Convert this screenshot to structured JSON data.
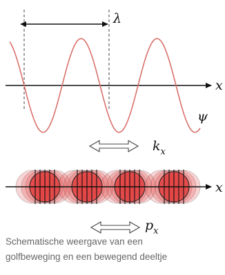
{
  "diagram": {
    "wave_symbol": "ψ",
    "wavelength_symbol": "λ",
    "axis_symbol_top": "x",
    "axis_symbol_bottom": "x",
    "wavenumber_symbol": "k",
    "wavenumber_subscript": "x",
    "momentum_symbol": "p",
    "momentum_subscript": "x"
  },
  "caption": {
    "line1": "Schematische weergave van een",
    "line2": "golfbeweging en een bewegend deeltje"
  },
  "colors": {
    "wave": "#d9706a",
    "particle_fill": "#e23b3b",
    "axis": "#111111"
  }
}
